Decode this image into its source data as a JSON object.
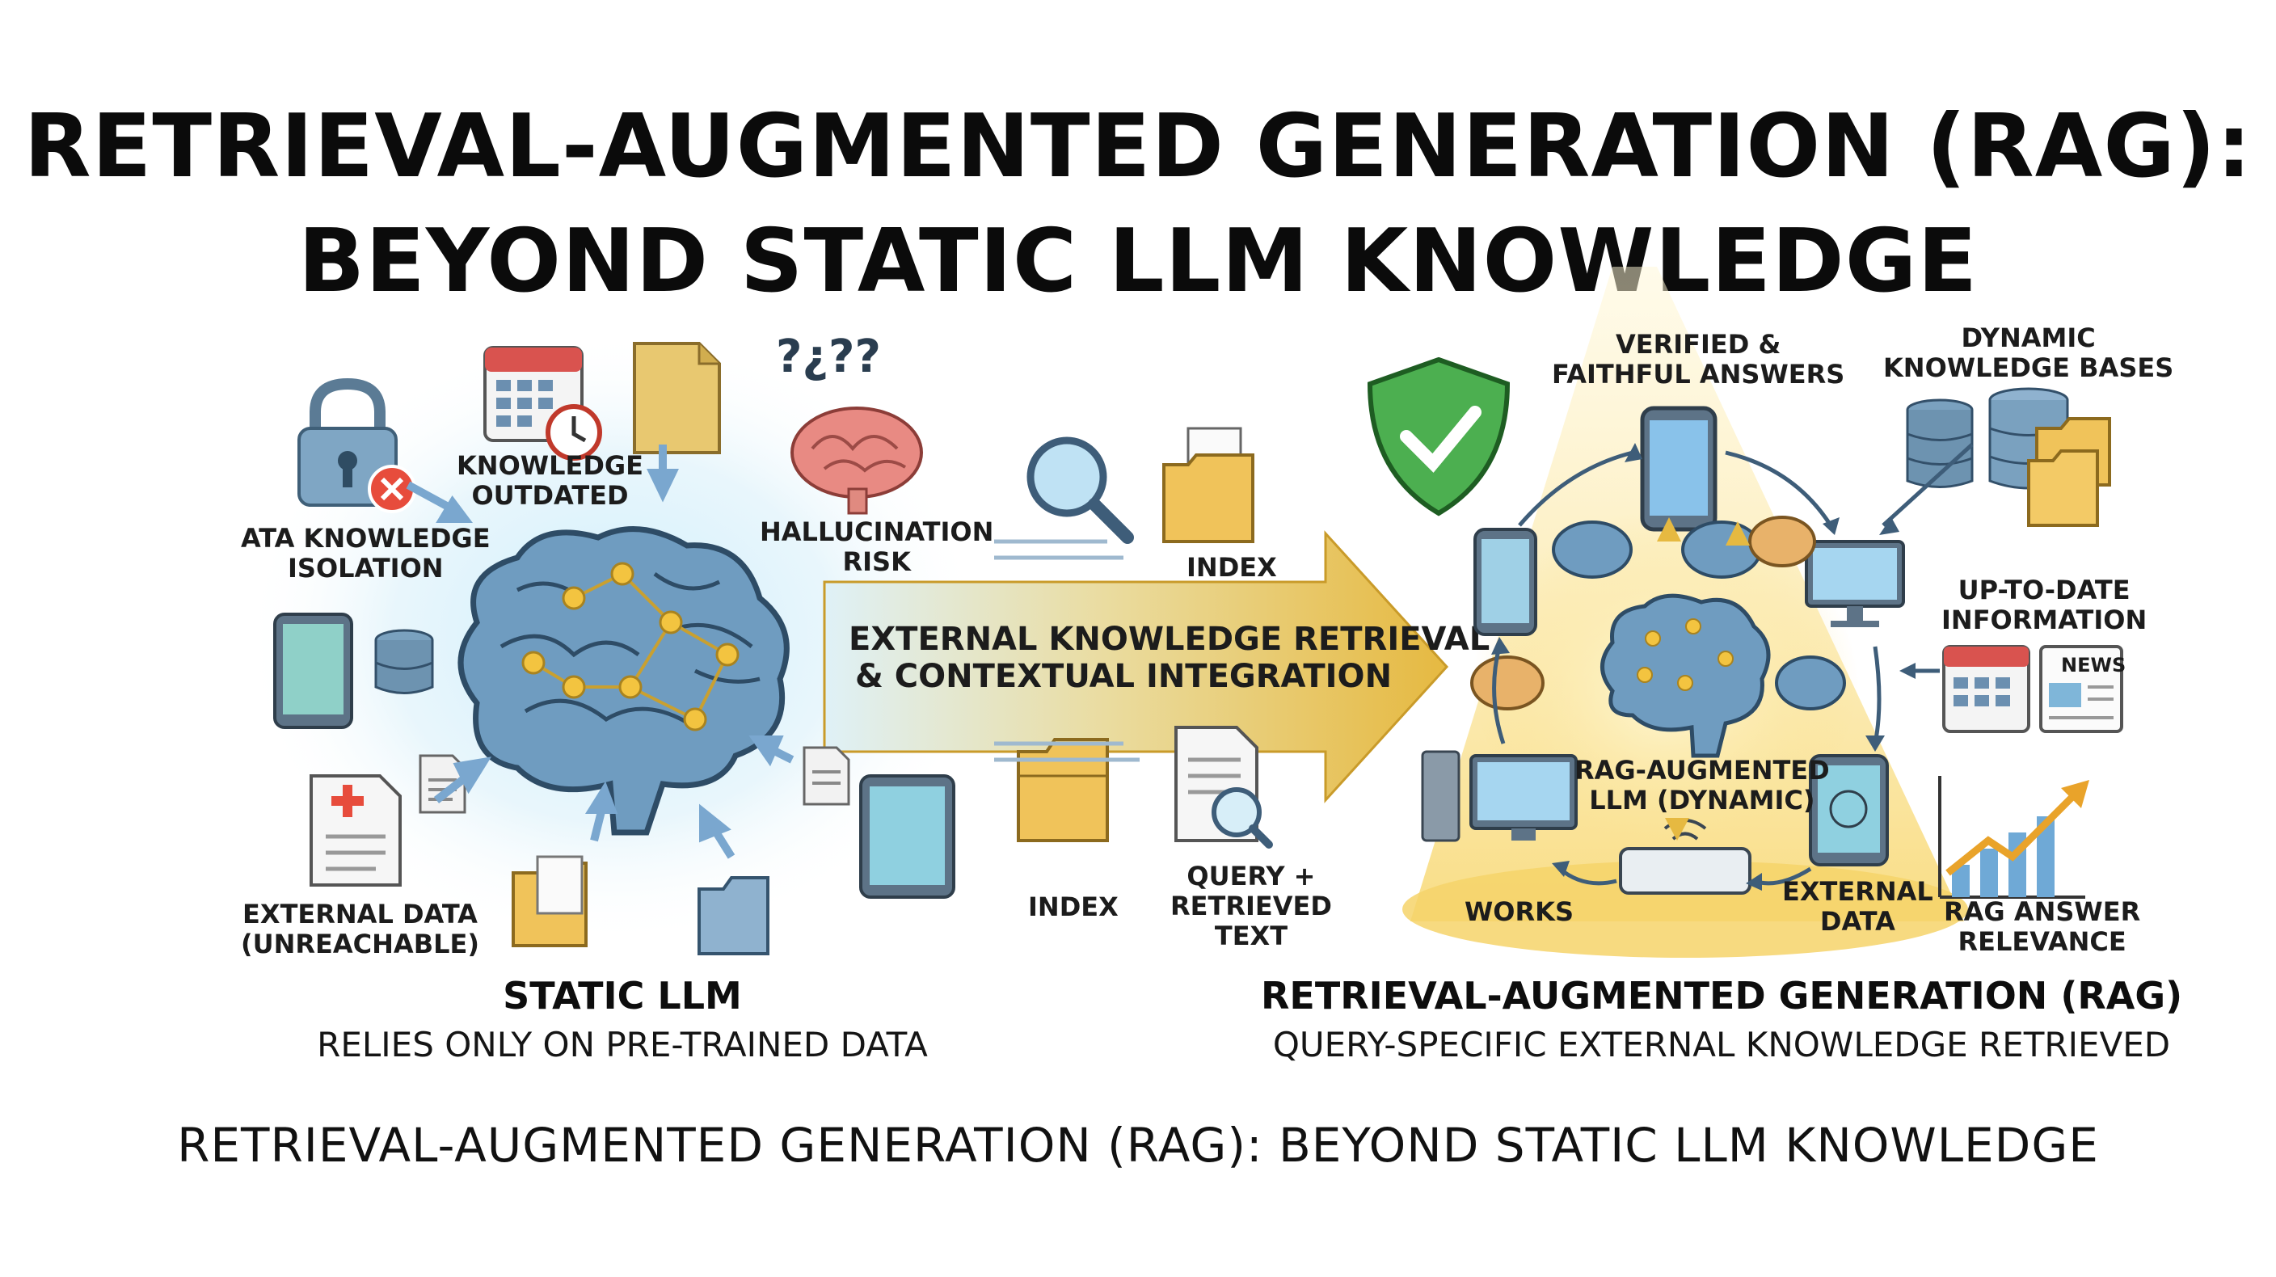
{
  "header": {
    "title_line1": "RETRIEVAL-AUGMENTED GENERATION (RAG):",
    "title_line2": "BEYOND STATIC LLM KNOWLEDGE"
  },
  "static_llm": {
    "labels": {
      "data_isolation": "ATA KNOWLEDGE\nISOLATION",
      "knowledge_outdated": "KNOWLEDGE\nOUTDATED",
      "hallucination": "HALLUCINATION\nRISK",
      "external_data": "EXTERNAL DATA\n(UNREACHABLE)",
      "question_marks": "?¿??"
    },
    "section_title": "STATIC LLM",
    "section_subtitle": "RELIES ONLY ON PRE-TRAINED DATA"
  },
  "bridge": {
    "arrow_text": "EXTERNAL KNOWLEDGE RETRIEVAL\n& CONTEXTUAL INTEGRATION",
    "index_top": "INDEX",
    "index_bottom": "INDEX",
    "query_label": "QUERY +\nRETRIEVED\nTEXT"
  },
  "rag": {
    "labels": {
      "verified": "VERIFIED &\nFAITHFUL ANSWERS",
      "dynamic_kb": "DYNAMIC\nKNOWLEDGE BASES",
      "up_to_date": "UP-TO-DATE\nINFORMATION",
      "news": "NEWS",
      "center": "RAG-AUGMENTED\nLLM (DYNAMIC)",
      "works": "WORKS",
      "external_data": "EXTERNAL\nDATA",
      "relevance": "RAG ANSWER\nRELEVANCE"
    },
    "section_title": "RETRIEVAL-AUGMENTED GENERATION (RAG)",
    "section_subtitle": "QUERY-SPECIFIC EXTERNAL KNOWLEDGE RETRIEVED"
  },
  "caption": "RETRIEVAL-AUGMENTED GENERATION (RAG): BEYOND STATIC LLM KNOWLEDGE",
  "colors": {
    "brain_blue": "#5f8fb4",
    "node_yellow": "#f3c440",
    "arrow_gold": "#e9c55a",
    "glow_blue": "#d6eefa",
    "spotlight": "#fbe7a0",
    "shield_green": "#4caf50"
  }
}
